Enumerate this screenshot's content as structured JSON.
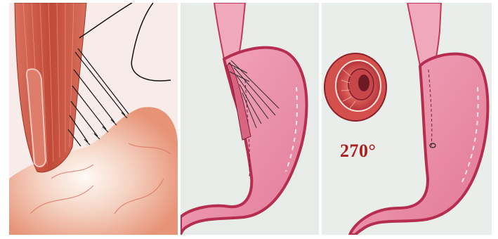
{
  "figure": {
    "panels": [
      {
        "id": "panel-1"
      },
      {
        "id": "panel-2"
      },
      {
        "id": "panel-3",
        "annotation": "270°"
      }
    ],
    "colors": {
      "muscle": "#c9543f",
      "stomach_fill": "#e98aa6",
      "stomach_edge": "#c23a5a",
      "suture": "#222222",
      "label_red": "#b01f1f"
    }
  }
}
